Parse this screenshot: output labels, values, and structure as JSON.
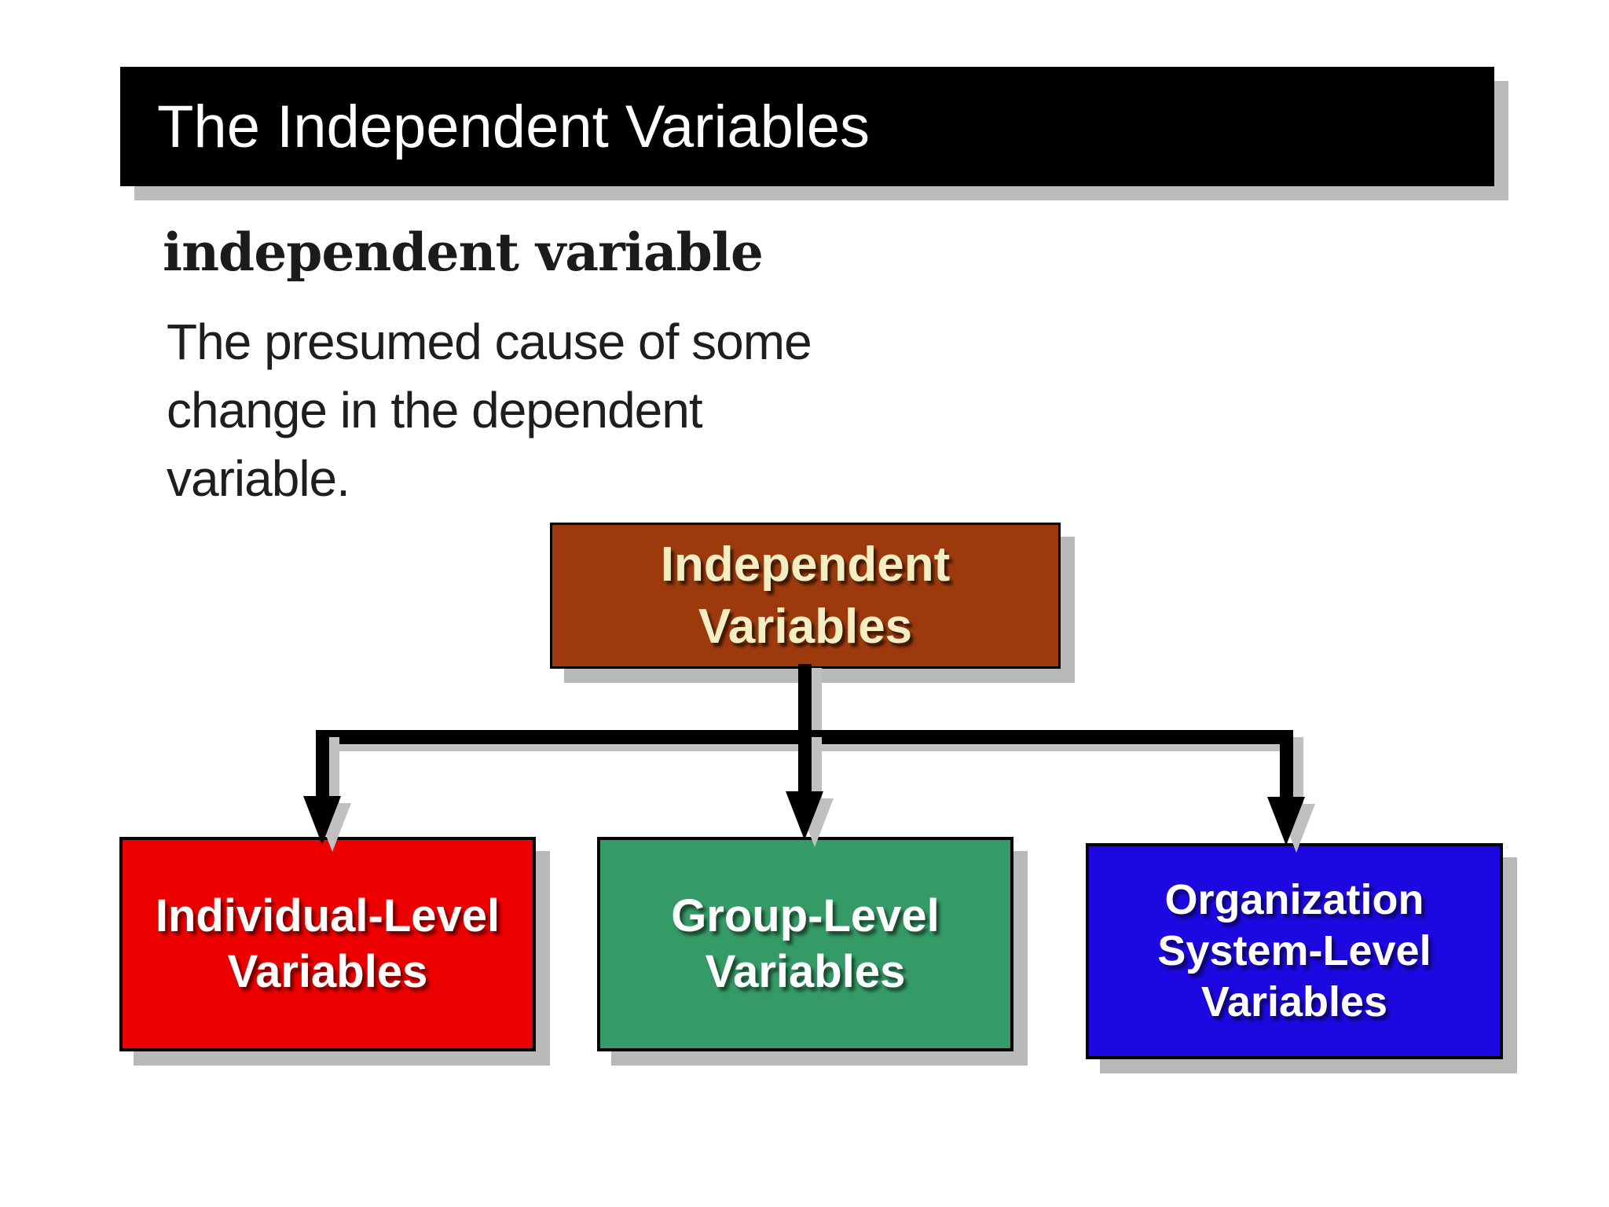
{
  "title_bar": {
    "title": "The Independent Variables",
    "background": "#000000",
    "text_color": "#FFFFFF"
  },
  "definition": {
    "term": "independent variable",
    "body_lines": [
      "The presumed cause of some",
      "change in the dependent",
      "variable."
    ]
  },
  "diagram": {
    "connector_color": "#000000",
    "shadow_color": "#B9B9B9",
    "root_box": {
      "label_lines": [
        "Independent",
        "Variables"
      ],
      "fill": "#9C3A0E",
      "text_color": "#F4EFC2"
    },
    "child_boxes": [
      {
        "label_lines": [
          "Individual-Level",
          "Variables"
        ],
        "fill": "#EE0000",
        "text_color": "#FFFFFF"
      },
      {
        "label_lines": [
          "Group-Level",
          "Variables"
        ],
        "fill": "#359B66",
        "text_color": "#FFFFFF"
      },
      {
        "label_lines": [
          "Organization",
          "System-Level",
          "Variables"
        ],
        "fill": "#1D08E2",
        "text_color": "#FFFFFF"
      }
    ]
  }
}
